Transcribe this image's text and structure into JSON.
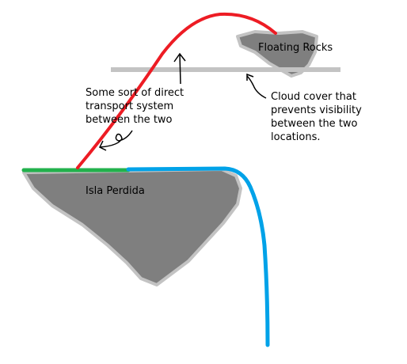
{
  "labels": {
    "floating_rocks": "Floating Rocks",
    "isla_perdida": "Isla Perdida",
    "transport": "Some sort of direct\ntransport system\nbetween the two",
    "cloud": "Cloud cover that\nprevents visibility\nbetween the two\nlocations."
  },
  "colors": {
    "rock_fill": "#7f7f7f",
    "rock_edge": "#c3c3c3",
    "transport_line": "#ed1c24",
    "grass": "#22b14c",
    "water": "#00a2e8",
    "cloud_line": "#c3c3c3",
    "arrow": "#000000"
  }
}
